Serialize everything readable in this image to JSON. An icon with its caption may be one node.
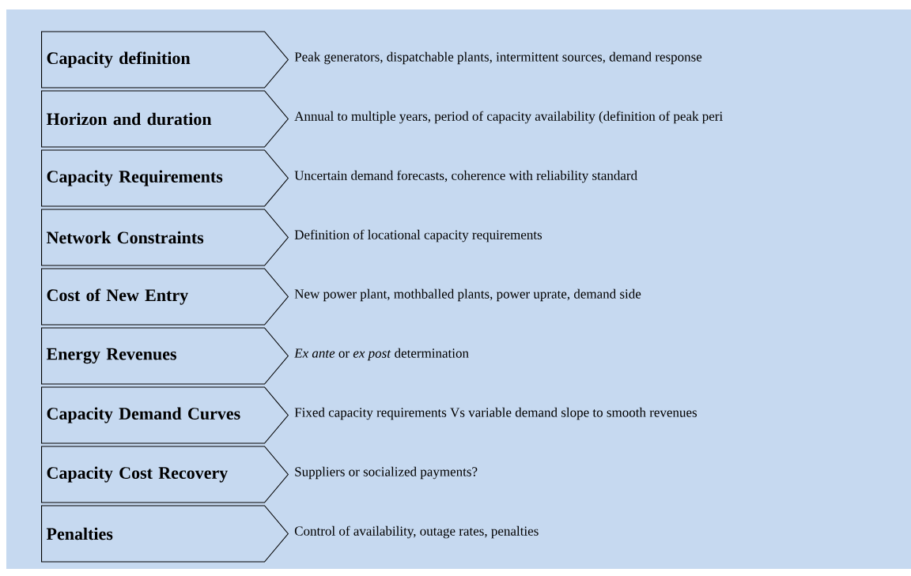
{
  "diagram": {
    "nodes": [
      {
        "text": [
          "Capacity definition"
        ],
        "beside": [
          "Peak generators, dispatchable plants, intermittent sources, demand response"
        ]
      },
      {
        "text": [
          "Horizon and duration"
        ],
        "beside": [
          "Annual to multiple years, period of capacity availability  (definition of peak peri"
        ]
      },
      {
        "text": [
          "Capacity Requirements"
        ],
        "beside": [
          "Uncertain demand forecasts, coherence with reliability standard"
        ]
      },
      {
        "text": [
          "Network Constraints"
        ],
        "beside": [
          "Definition of locational capacity requirements"
        ]
      },
      {
        "text": [
          "Cost of New Entry"
        ],
        "beside": [
          "New power plant, mothballed plants, power uprate, demand side"
        ]
      },
      {
        "text": [
          "Energy Revenues"
        ],
        "beside": [
          "*Ex ante* or *ex post* determination"
        ]
      },
      {
        "text": [
          "Capacity Demand Curves"
        ],
        "beside": [
          "Fixed capacity requirements Vs variable demand slope to smooth revenues"
        ]
      },
      {
        "text": [
          "Capacity Cost Recovery"
        ],
        "beside": [
          "Suppliers or socialized payments?"
        ]
      },
      {
        "text": [
          "Penalties"
        ],
        "beside": [
          "Control of availability,  outage rates, penalties"
        ]
      }
    ]
  }
}
